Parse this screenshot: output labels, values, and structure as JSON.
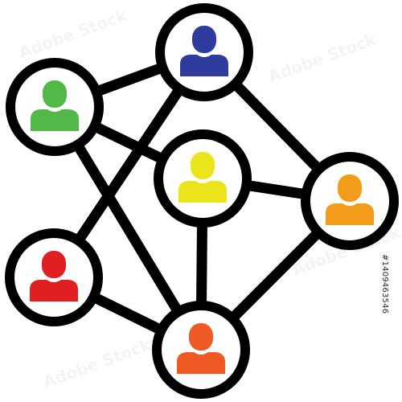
{
  "colors": {
    "background": "#ffffff",
    "stroke": "#000000",
    "node_fill": "#ffffff"
  },
  "nodes": [
    {
      "id": "blue",
      "name": "person-node-blue",
      "color": "#2f3c9e"
    },
    {
      "id": "green",
      "name": "person-node-green",
      "color": "#52b848"
    },
    {
      "id": "yellow",
      "name": "person-node-yellow",
      "color": "#ebe41a"
    },
    {
      "id": "orange",
      "name": "person-node-orange",
      "color": "#f39b1a"
    },
    {
      "id": "red",
      "name": "person-node-red",
      "color": "#e01f22"
    },
    {
      "id": "vermilion",
      "name": "person-node-vermilion",
      "color": "#ef5a24"
    }
  ],
  "connections": [
    [
      "green",
      "blue"
    ],
    [
      "green",
      "yellow"
    ],
    [
      "green",
      "vermilion"
    ],
    [
      "blue",
      "red"
    ],
    [
      "blue",
      "orange"
    ],
    [
      "yellow",
      "orange"
    ],
    [
      "yellow",
      "vermilion"
    ],
    [
      "red",
      "vermilion"
    ],
    [
      "orange",
      "vermilion"
    ]
  ],
  "icon": "person-icon",
  "watermark": {
    "text": "Adobe Stock",
    "id_text": "#1409463546"
  }
}
